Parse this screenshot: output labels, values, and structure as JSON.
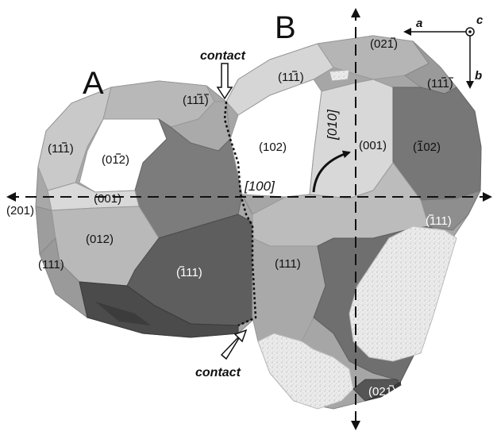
{
  "crystals": [
    {
      "name": "A"
    },
    {
      "name": "B"
    }
  ],
  "contact_label": "contact",
  "axes": {
    "horizontal": "[100]",
    "vertical": "[010]"
  },
  "reference_axes": {
    "a": "a",
    "b": "b",
    "c": "c"
  },
  "faces": {
    "A": [
      "(111)",
      "(012)",
      "(111)",
      "(201)",
      "(001)",
      "(012)",
      "(111)",
      "(111)"
    ],
    "B": [
      "(111)",
      "(021)",
      "(111)",
      "(102)",
      "(001)",
      "(102)",
      "(111)",
      "(111)",
      "(021)"
    ]
  },
  "colors": {
    "background": "#ffffff",
    "lightest_face": "#dcdcdc",
    "light_face": "#bdbdbd",
    "mid_face": "#9a9a9a",
    "dark_face": "#6e6e6e",
    "darkest_face": "#4a4a4a",
    "speckled_inclusion": "#e8e8e8",
    "ink": "#111111"
  }
}
